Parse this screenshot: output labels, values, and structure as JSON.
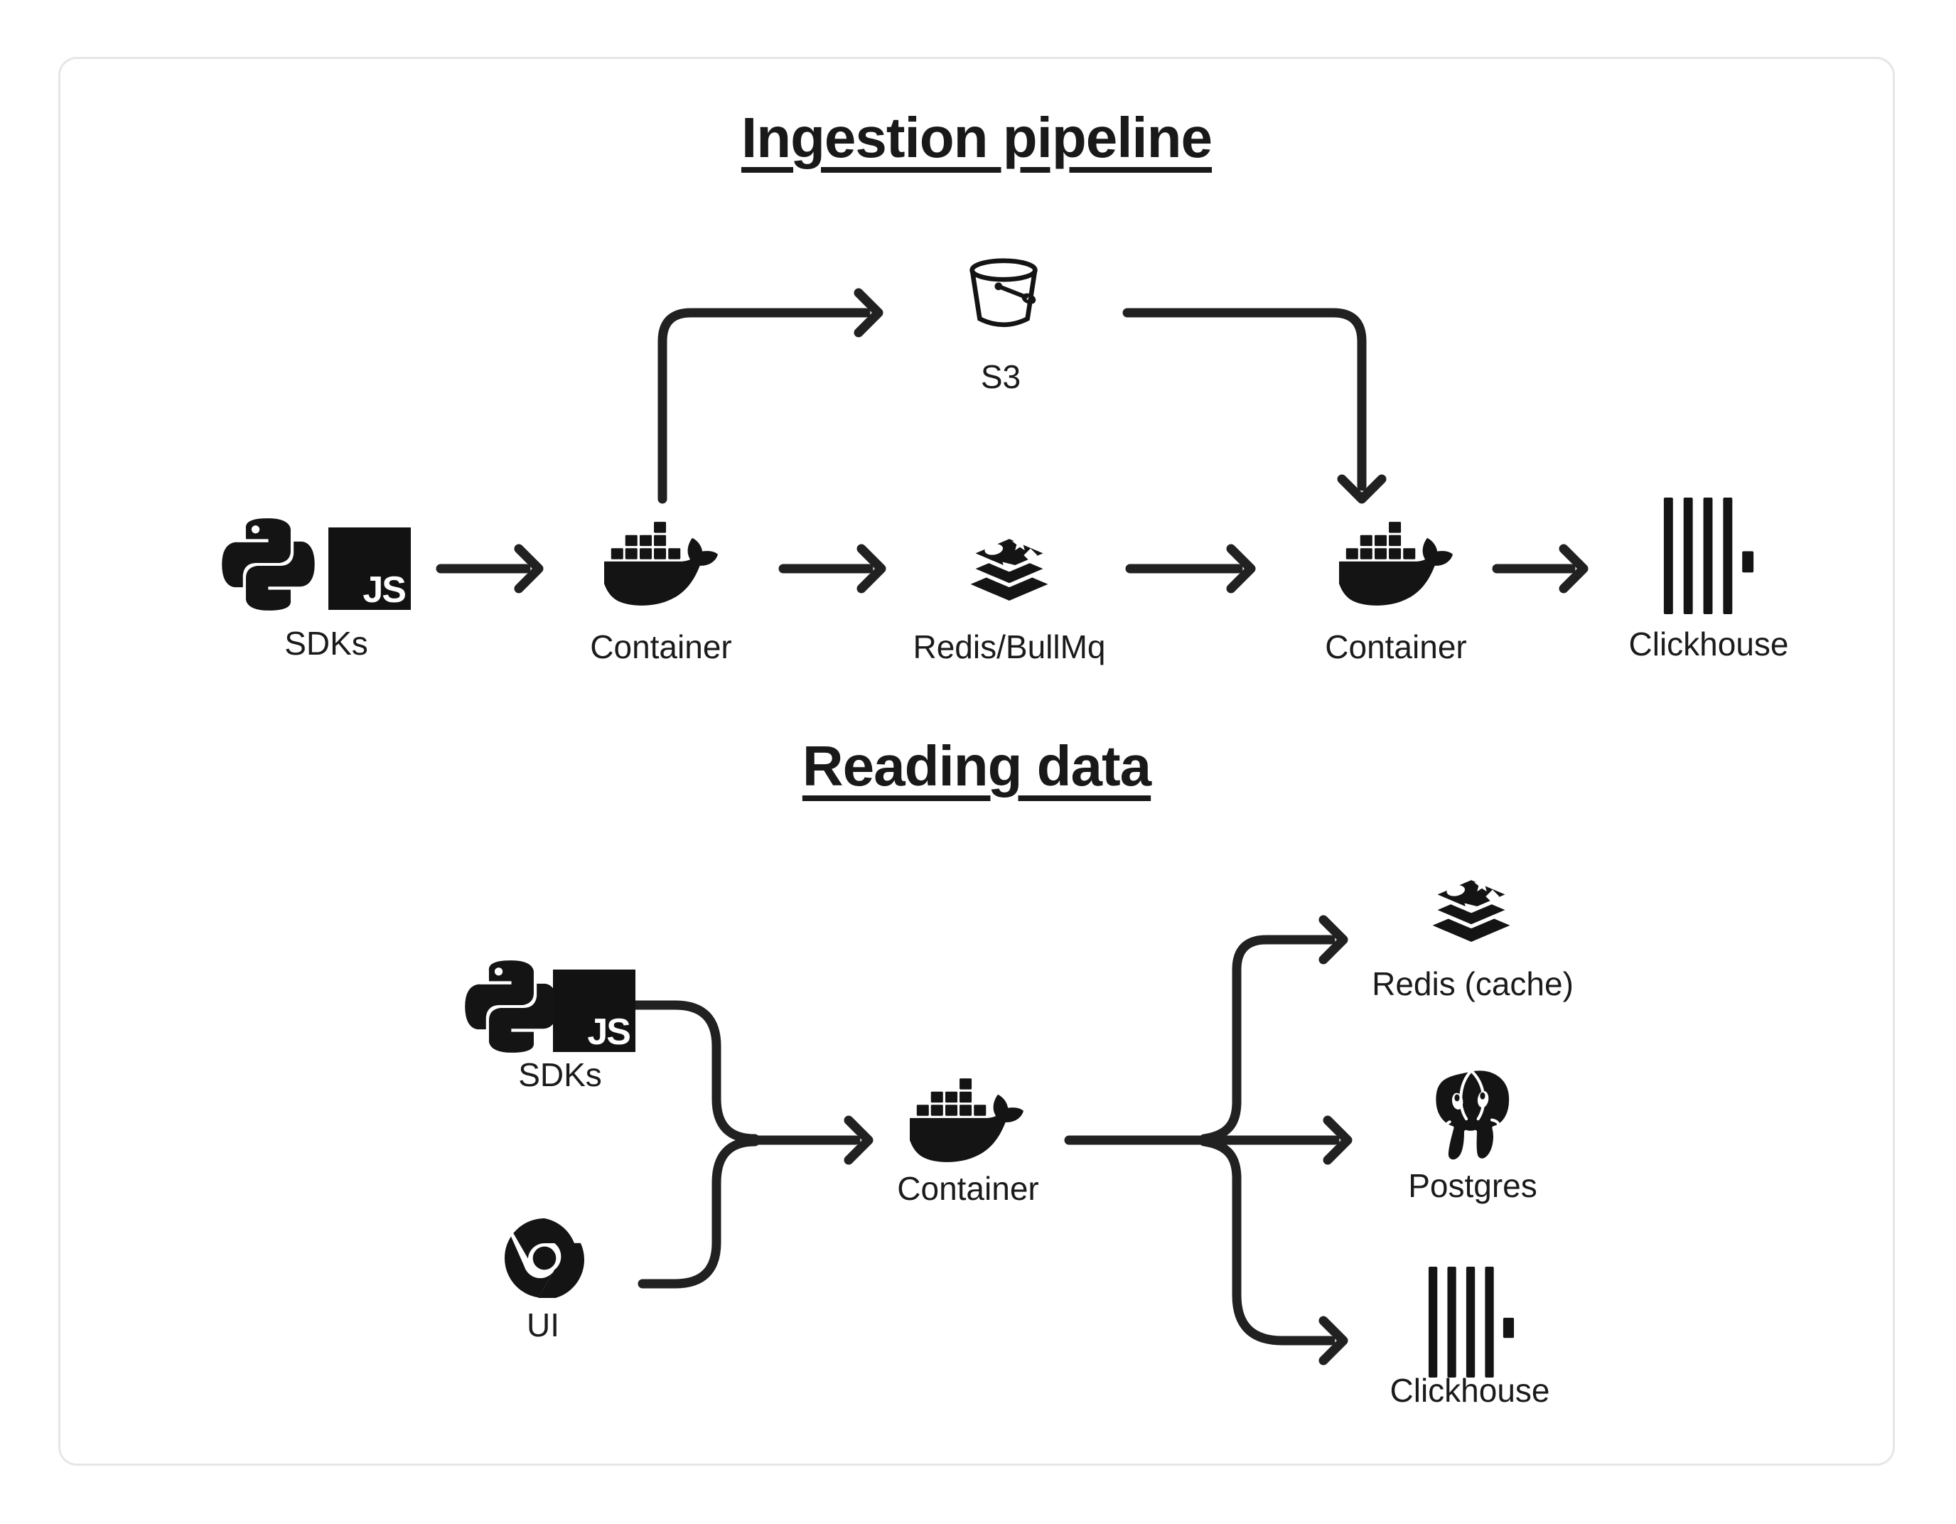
{
  "colors": {
    "ink": "#141414",
    "text": "#1b1b1b",
    "line": "#212121",
    "card_border": "#e6e6e6",
    "background": "#ffffff"
  },
  "ingestion": {
    "title": "Ingestion pipeline",
    "nodes": {
      "sdks": {
        "label": "SDKs",
        "icons": [
          "python-icon",
          "javascript-icon"
        ]
      },
      "s3": {
        "label": "S3",
        "icon": "s3-bucket-icon"
      },
      "container_in": {
        "label": "Container",
        "icon": "docker-icon"
      },
      "queue": {
        "label": "Redis/BullMq",
        "icon": "redis-icon"
      },
      "container_out": {
        "label": "Container",
        "icon": "docker-icon"
      },
      "clickhouse": {
        "label": "Clickhouse",
        "icon": "clickhouse-icon"
      }
    },
    "flows": [
      "SDKs -> Container",
      "Container -> S3",
      "Container -> Redis/BullMq",
      "Redis/BullMq -> Container",
      "S3 -> Container",
      "Container -> Clickhouse"
    ]
  },
  "reading": {
    "title": "Reading data",
    "nodes": {
      "sdks": {
        "label": "SDKs",
        "icons": [
          "python-icon",
          "javascript-icon"
        ]
      },
      "ui": {
        "label": "UI",
        "icon": "chrome-icon"
      },
      "container": {
        "label": "Container",
        "icon": "docker-icon"
      },
      "redis_cache": {
        "label": "Redis (cache)",
        "icon": "redis-icon"
      },
      "postgres": {
        "label": "Postgres",
        "icon": "postgres-icon"
      },
      "clickhouse": {
        "label": "Clickhouse",
        "icon": "clickhouse-icon"
      }
    },
    "flows": [
      "SDKs -> Container",
      "UI -> Container",
      "Container -> Redis (cache)",
      "Container -> Postgres",
      "Container -> Clickhouse"
    ]
  },
  "badges": {
    "js": "JS"
  }
}
